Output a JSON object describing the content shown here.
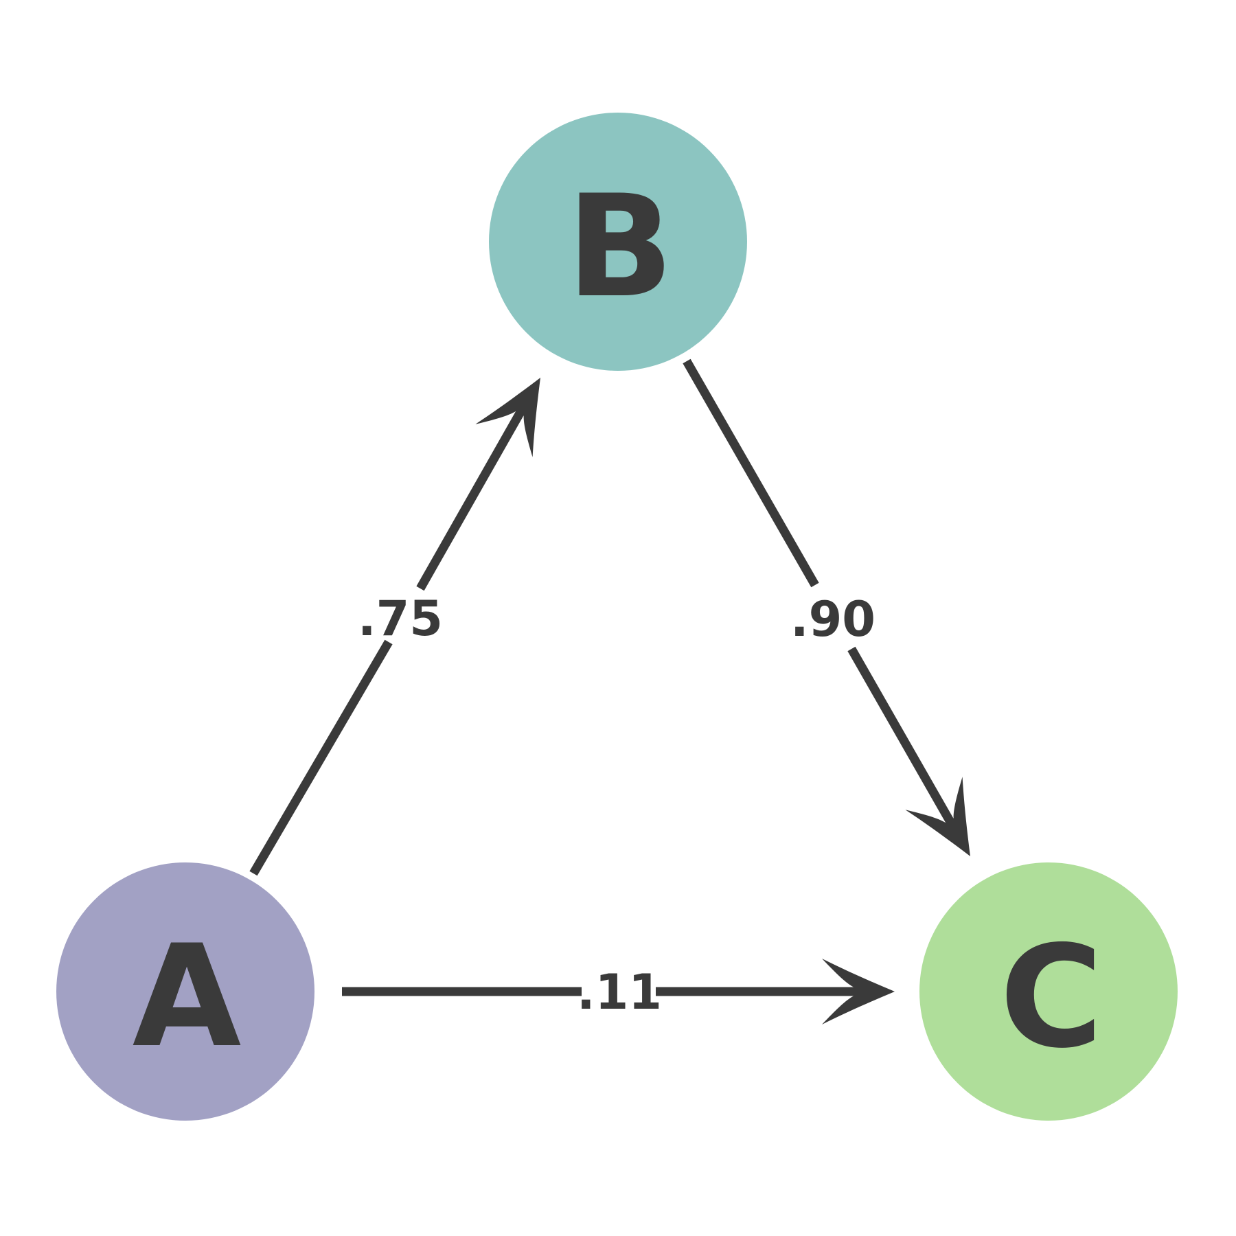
{
  "diagram": {
    "title": "",
    "background_color": "#ffffff",
    "line_color": "#3a3a3a",
    "text_color": "#3a3a3a",
    "nodes": [
      {
        "id": "A",
        "label": "A",
        "color": "#a2a1c4"
      },
      {
        "id": "B",
        "label": "B",
        "color": "#8cc5c1"
      },
      {
        "id": "C",
        "label": "C",
        "color": "#afde9a"
      }
    ],
    "edges": [
      {
        "from": "A",
        "to": "B",
        "weight": ".75",
        "directed": true
      },
      {
        "from": "B",
        "to": "C",
        "weight": ".90",
        "directed": true
      },
      {
        "from": "A",
        "to": "C",
        "weight": ".11",
        "directed": true
      }
    ]
  }
}
